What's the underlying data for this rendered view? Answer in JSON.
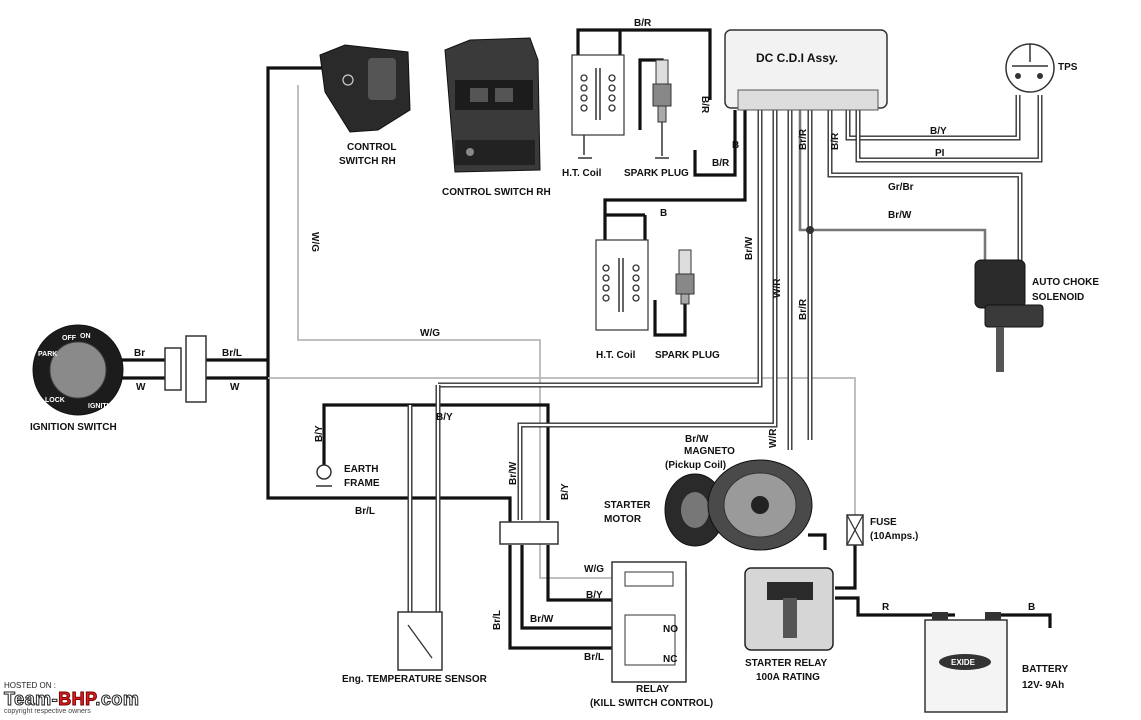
{
  "components": {
    "cdi": "DC C.D.I Assy.",
    "tps": "TPS",
    "control_switch_rh_1": [
      "CONTROL",
      "SWITCH RH"
    ],
    "control_switch_rh_2": "CONTROL SWITCH RH",
    "ht_coil": "H.T. Coil",
    "spark_plug": "SPARK PLUG",
    "auto_choke": [
      "AUTO CHOKE",
      "SOLENOID"
    ],
    "ignition_switch": "IGNITION SWITCH",
    "earth_frame": [
      "EARTH",
      "FRAME"
    ],
    "magneto": [
      "MAGNETO",
      "(Pickup Coil)"
    ],
    "starter_motor": [
      "STARTER",
      "MOTOR"
    ],
    "fuse": [
      "FUSE",
      "(10Amps.)"
    ],
    "starter_relay": [
      "STARTER RELAY",
      "100A RATING"
    ],
    "battery": [
      "BATTERY",
      "12V- 9Ah"
    ],
    "temp_sensor": "Eng. TEMPERATURE SENSOR",
    "relay": [
      "RELAY",
      "(KILL SWITCH CONTROL)"
    ],
    "relay_nc": "NC",
    "relay_no": "NO",
    "ignition_dial": [
      "OFF",
      "ON",
      "IGNITION",
      "LOCK",
      "PARK"
    ],
    "battery_brand": "EXIDE"
  },
  "wires": {
    "br_r": "B/R",
    "b": "B",
    "br_w": "Br/W",
    "w_r": "W/R",
    "br_r2": "Br/R",
    "b_y": "B/Y",
    "pi": "PI",
    "gr_br": "Gr/Br",
    "w_g": "W/G",
    "br": "Br",
    "w": "W",
    "br_l": "Br/L",
    "r": "R"
  },
  "watermark": {
    "hosted": "HOSTED ON :",
    "brand_a": "Team-",
    "brand_b": "BHP",
    "brand_c": ".com",
    "copyright": "copyright respective owners"
  }
}
